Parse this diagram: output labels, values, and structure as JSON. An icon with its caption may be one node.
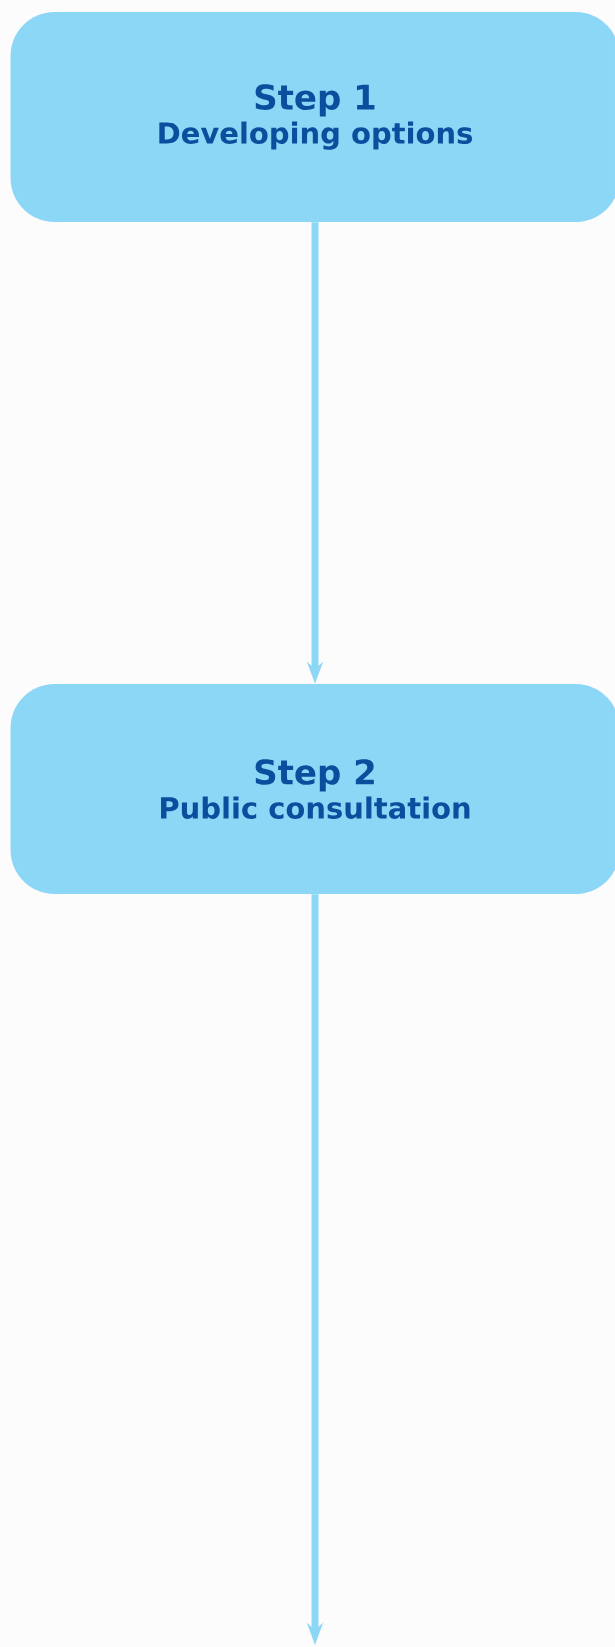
{
  "diagram": {
    "nodes": [
      {
        "text": [
          "Step 1",
          "Developing options"
        ]
      },
      {
        "text": [
          "Step 2",
          "Public consultation"
        ]
      }
    ],
    "edges": [
      {
        "from": 0,
        "to": 1,
        "arrow": "to"
      },
      {
        "from": 1,
        "to": null,
        "arrow": "to"
      }
    ]
  }
}
